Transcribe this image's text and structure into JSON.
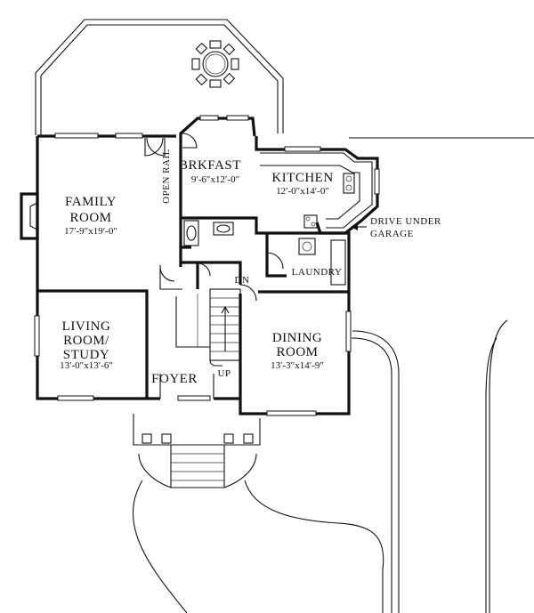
{
  "rooms": {
    "family_room": {
      "name_line1": "FAMILY",
      "name_line2": "ROOM",
      "dims": "17′-9″x19′-0″"
    },
    "breakfast": {
      "name": "BRKFAST",
      "dims": "9′-6″x12′-0″"
    },
    "kitchen": {
      "name": "KITCHEN",
      "dims": "12′-0″x14′-0″"
    },
    "living_room": {
      "name_line1": "LIVING",
      "name_line2": "ROOM/",
      "name_line3": "STUDY",
      "dims": "13′-0″x13′-6″"
    },
    "dining_room": {
      "name_line1": "DINING",
      "name_line2": "ROOM",
      "dims": "13′-3″x14′-9″"
    },
    "foyer": {
      "name": "FOYER"
    },
    "laundry": {
      "name": "LAUNDRY"
    }
  },
  "labels": {
    "open_rail": "OPEN RAIL",
    "stairs_down": "DN",
    "stairs_up": "UP",
    "drive_under_line1": "DRIVE UNDER",
    "drive_under_line2": "GARAGE"
  },
  "colors": {
    "ink": "#111111",
    "paper": "#ffffff"
  }
}
